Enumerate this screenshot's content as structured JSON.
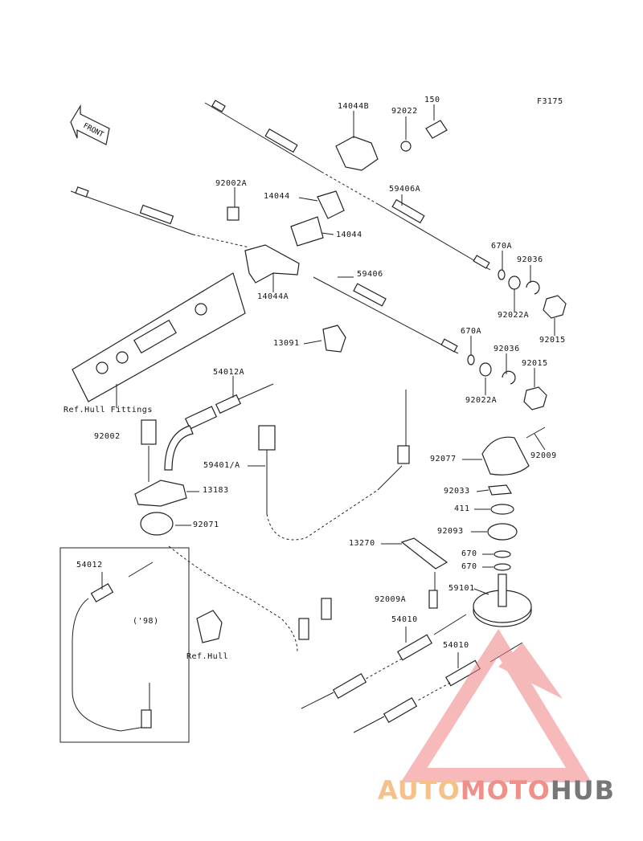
{
  "diagram_id": "F3175",
  "front_label": "FRONT",
  "year_note": "('98)",
  "ref_hull_fittings": "Ref.Hull Fittings",
  "ref_hull": "Ref.Hull",
  "watermark": {
    "part1": "AUTO",
    "part2": "MOTO",
    "part3": "HUB"
  },
  "parts": {
    "p14044B": "14044B",
    "p92022": "92022",
    "p150": "150",
    "p92002A": "92002A",
    "p14044a": "14044",
    "p14044b": "14044",
    "p59406A": "59406A",
    "p670A_1": "670A",
    "p92036_1": "92036",
    "p92022A_1": "92022A",
    "p92015_1": "92015",
    "p14044A": "14044A",
    "p59406": "59406",
    "p13091": "13091",
    "p670A_2": "670A",
    "p92036_2": "92036",
    "p92015_2": "92015",
    "p92022A_2": "92022A",
    "p54012A": "54012A",
    "p92002": "92002",
    "p59401A": "59401/A",
    "p13183": "13183",
    "p92071": "92071",
    "p92077": "92077",
    "p92009_1": "92009",
    "p92033": "92033",
    "p411": "411",
    "p92093": "92093",
    "p13270": "13270",
    "p670_1": "670",
    "p670_2": "670",
    "p59101": "59101",
    "p92009A": "92009A",
    "p54012": "54012",
    "p54010_1": "54010",
    "p54010_2": "54010"
  }
}
